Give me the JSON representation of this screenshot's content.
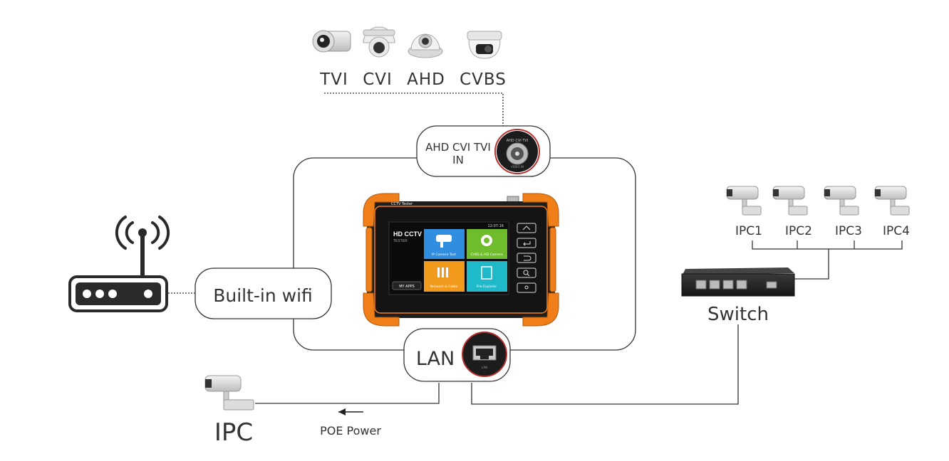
{
  "analog_cameras": {
    "labels": [
      "TVI",
      "CVI",
      "AHD",
      "CVBS"
    ],
    "icons": [
      "bullet-camera-icon",
      "dome-camera-icon",
      "dome-camera-icon",
      "turret-camera-icon"
    ]
  },
  "bnc_port": {
    "label_line1": "AHD CVI TVI",
    "label_line2": "IN",
    "port_text": "AHD CVI TVI",
    "port_sub": "VIDEO IN"
  },
  "wifi": {
    "label": "Built-in wifi",
    "router_icon": "wifi-router-icon"
  },
  "lan": {
    "label": "LAN",
    "port_text": "LAN"
  },
  "ip_cameras": {
    "labels": [
      "IPC1",
      "IPC2",
      "IPC3",
      "IPC4"
    ],
    "icon": "ip-camera-icon"
  },
  "switch": {
    "label": "Switch",
    "icon": "network-switch-icon"
  },
  "ipc_single": {
    "label": "IPC"
  },
  "poe": {
    "label": "POE Power",
    "arrow_icon": "arrow-left-icon"
  },
  "device": {
    "top_label": "CCTV Tester",
    "status_time": "12:07:16",
    "brand_line1": "HD CCTV",
    "brand_line2": "TESTER",
    "my_apps": "MY APPS",
    "tiles": [
      {
        "label": "IP Camera Test",
        "color": "#2f8ee0"
      },
      {
        "label": "CVBS & HD Camera",
        "color": "#6fbd2c"
      },
      {
        "label": "Network & Cable",
        "color": "#f19a1c"
      },
      {
        "label": "File Explorer",
        "color": "#20b9c9"
      }
    ],
    "side_buttons": [
      "home-icon",
      "enter-icon",
      "back-icon",
      "zoom-icon",
      "brightness-icon"
    ],
    "body_color": "#f07f1a"
  }
}
